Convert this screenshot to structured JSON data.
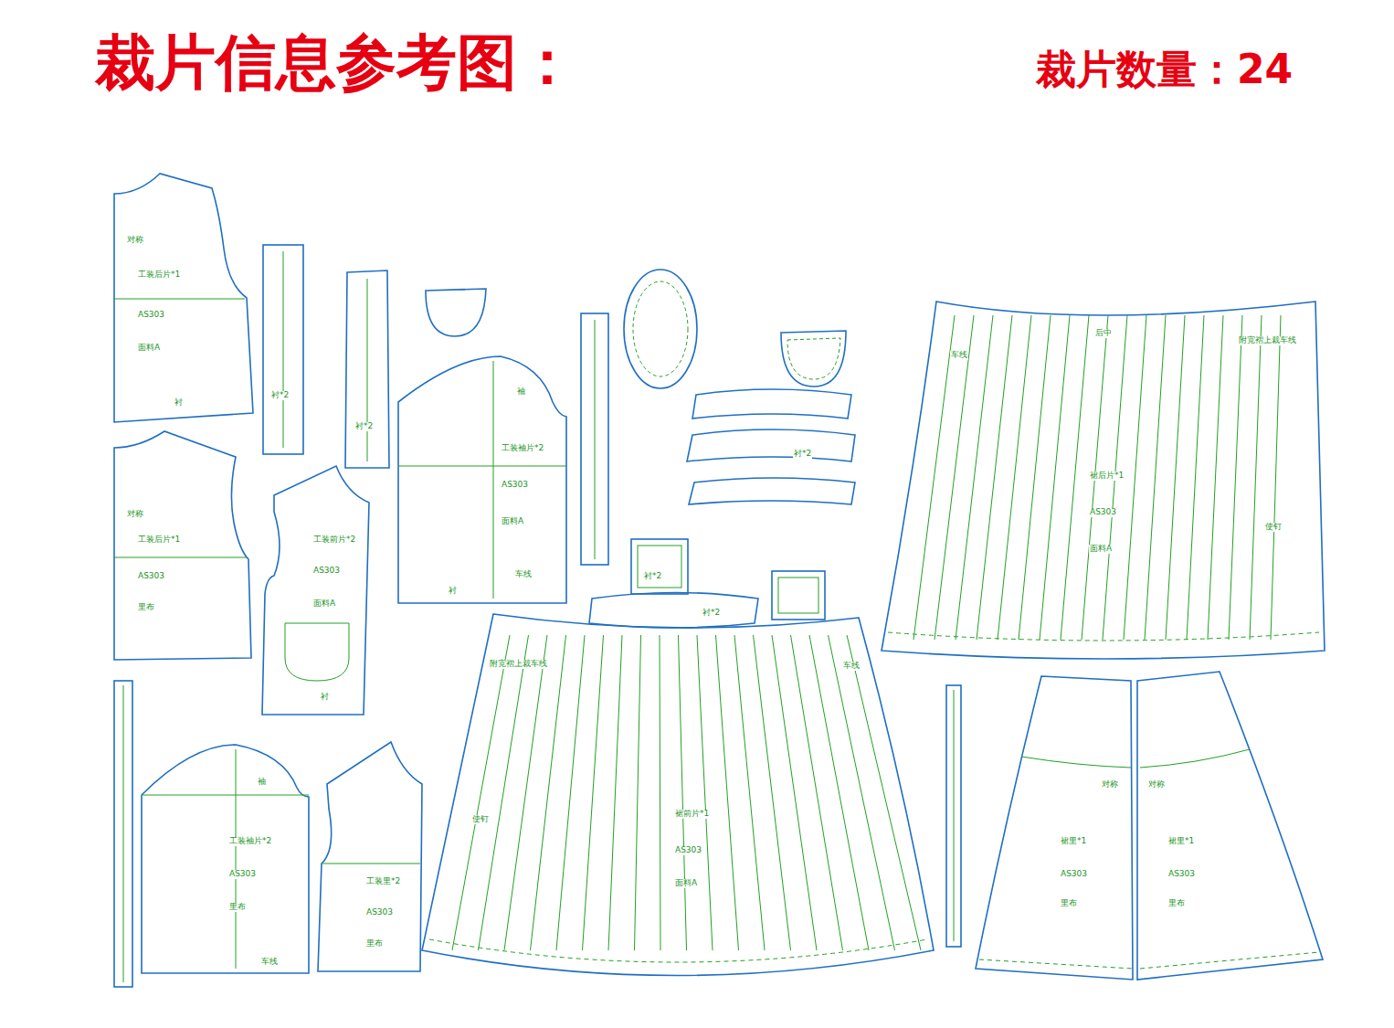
{
  "diagram": {
    "title": "裁片信息参考图：",
    "labels": [
      "裁片数量：24",
      "对称",
      "工装后片*1",
      "AS303",
      "面料A",
      "衬",
      "对称",
      "工装后片*1",
      "AS303",
      "里布",
      "衬*2",
      "衬*2",
      "袖",
      "工装袖片*2",
      "AS303",
      "面料A",
      "车线",
      "衬",
      "工装前片*2",
      "AS303",
      "面料A",
      "衬",
      "衬*2",
      "衬*2",
      "衬*2",
      "车线",
      "后中",
      "附宽褶上裁车线",
      "裙后片*1",
      "AS303",
      "面料A",
      "使钉",
      "附宽褶上裁车线",
      "车线",
      "使钉",
      "裙前片*1",
      "AS303",
      "面料A",
      "袖",
      "工装袖片*2",
      "AS303",
      "里布",
      "车线",
      "工装里*2",
      "AS303",
      "里布",
      "对称",
      "对称",
      "裙里*1",
      "AS303",
      "里布",
      "裙里*1",
      "AS303",
      "里布"
    ]
  }
}
